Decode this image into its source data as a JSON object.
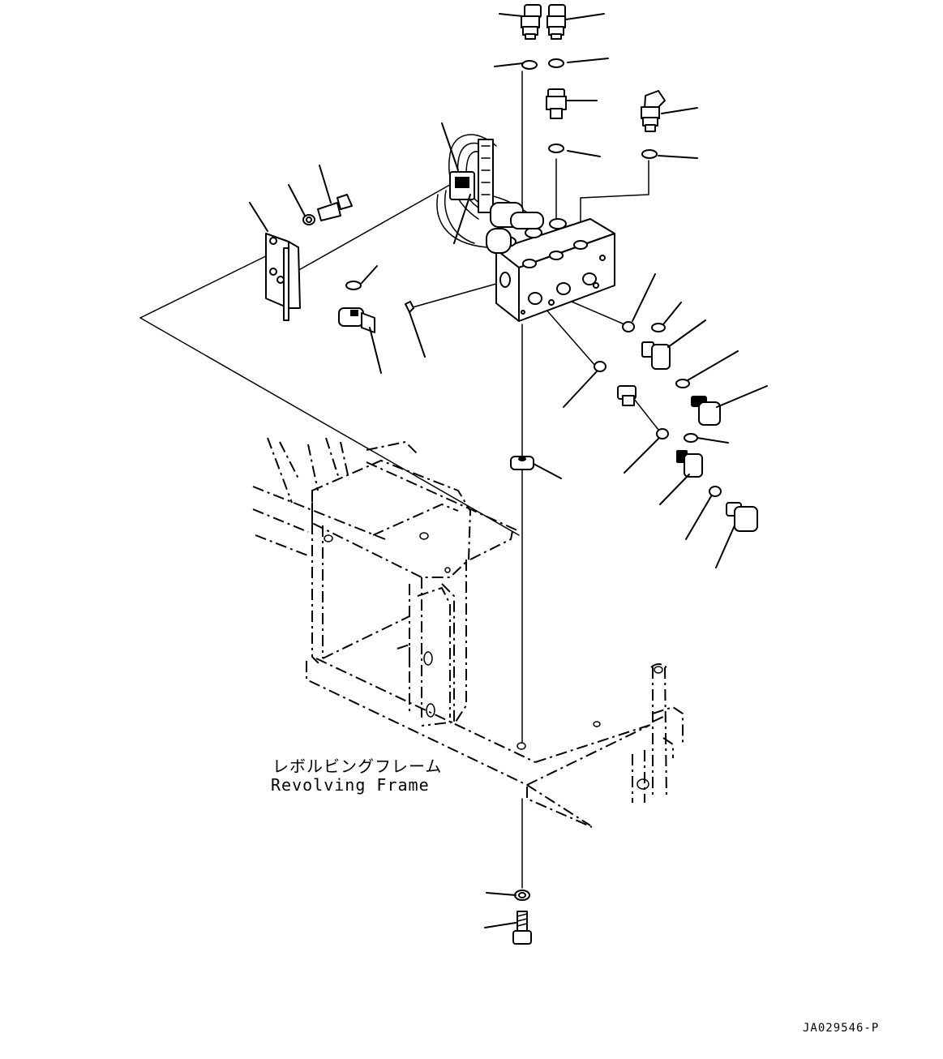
{
  "frame_label": {
    "japanese": "レボルビングフレーム",
    "english": "Revolving Frame"
  },
  "drawing_number": "JA029546-P"
}
